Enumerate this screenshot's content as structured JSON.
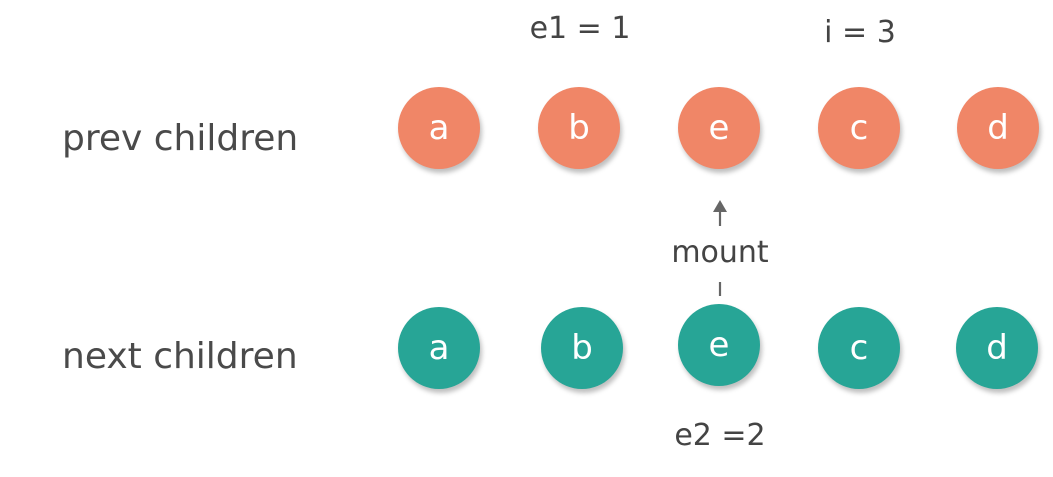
{
  "rows": {
    "prev": {
      "label": "prev children",
      "color": "#f08667",
      "nodes": [
        "a",
        "b",
        "e",
        "c",
        "d"
      ]
    },
    "next": {
      "label": "next children",
      "color": "#27a596",
      "nodes": [
        "a",
        "b",
        "e",
        "c",
        "d"
      ]
    }
  },
  "annotations": {
    "e1": "e1 = 1",
    "i": "i = 3",
    "mount": "mount",
    "e2": "e2 =2"
  },
  "connector_color": "#666666"
}
